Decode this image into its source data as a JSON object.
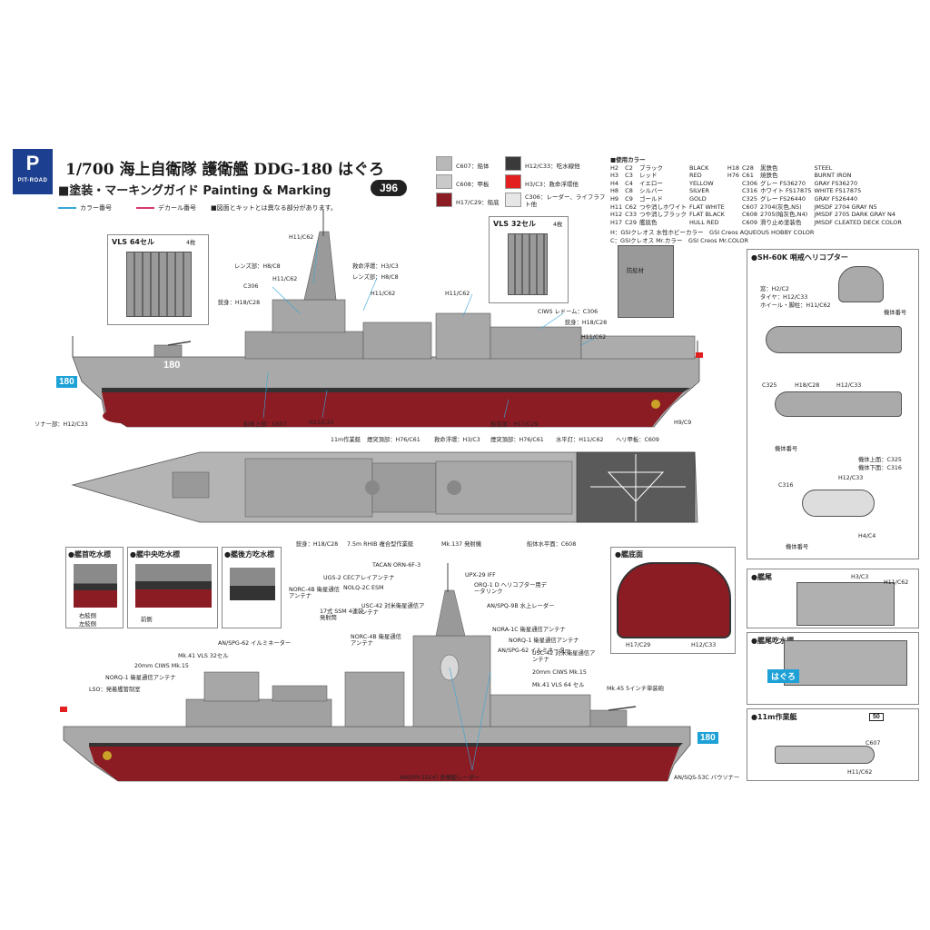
{
  "header": {
    "logo_text": "PIT-ROAD",
    "logo_mark": "P",
    "title": "1/700 海上自衛隊 護衛艦 DDG-180 はぐろ",
    "subtitle": "■塗装・マーキングガイド Painting & Marking",
    "code": "J96"
  },
  "legend": {
    "color_number": "カラー番号",
    "decal_number": "デカール番号",
    "note": "■図面とキットとは異なる部分があります。",
    "color_number_color": "#39a7d8",
    "decal_number_color": "#d8396a"
  },
  "swatches": [
    {
      "label": "C607：船体",
      "color": "#b8b8b8"
    },
    {
      "label": "H12/C33：吃水線他",
      "color": "#3a3a3a"
    },
    {
      "label": "C608：甲板",
      "color": "#c9c9c9"
    },
    {
      "label": "H3/C3：救命浮環他",
      "color": "#e22020"
    },
    {
      "label": "H17/C29：船底",
      "color": "#8b1c24"
    },
    {
      "label": "C306：レーダー、ライフラフト他",
      "color": "#e6e6e6"
    }
  ],
  "color_table": {
    "heading": "■使用カラー",
    "rows": [
      [
        "H2",
        "C2",
        "ブラック",
        "BLACK",
        "H18",
        "C28",
        "黒鉄色",
        "STEEL"
      ],
      [
        "H3",
        "C3",
        "レッド",
        "RED",
        "H76",
        "C61",
        "焼鉄色",
        "BURNT IRON"
      ],
      [
        "H4",
        "C4",
        "イエロー",
        "YELLOW",
        "",
        "C306",
        "グレー FS36270",
        "GRAY FS36270"
      ],
      [
        "H8",
        "C8",
        "シルバー",
        "SILVER",
        "",
        "C316",
        "ホワイト FS17875",
        "WHITE FS17875"
      ],
      [
        "H9",
        "C9",
        "ゴールド",
        "GOLD",
        "",
        "C325",
        "グレー FS26440",
        "GRAY FS26440"
      ],
      [
        "H11",
        "C62",
        "つや消しホワイト",
        "FLAT WHITE",
        "",
        "C607",
        "2704(灰色,N5)",
        "JMSDF 2704 GRAY N5"
      ],
      [
        "H12",
        "C33",
        "つや消しブラック",
        "FLAT BLACK",
        "",
        "C608",
        "2705(暗灰色,N4)",
        "JMSDF 2705 DARK GRAY N4"
      ],
      [
        "H17",
        "C29",
        "艦底色",
        "HULL RED",
        "",
        "C609",
        "滑り止め塗装色",
        "JMSDF CLEATED DECK COLOR"
      ]
    ],
    "note_h": "H：GSIクレオス 水性ホビーカラー　GSI Creos AQUEOUS HOBBY COLOR",
    "note_c": "C：GSIクレオス Mr.カラー　GSI Creos Mr.COLOR"
  },
  "side_view": {
    "hull_number": "180",
    "labels": {
      "vls64": "VLS 64セル",
      "vls64_count": "4枚",
      "vls32": "VLS 32セル",
      "vls32_count": "4枚",
      "l_h11c62_top": "H11/C62",
      "l_lens": "レンズ部：H8/C8",
      "l_h11c62_a": "H11/C62",
      "l_c306": "C306",
      "l_barrel": "銃身：H18/C28",
      "l_lifering": "救命浮環：H3/C3",
      "l_lens2": "レンズ部：H8/C8",
      "l_h11c62_b": "H11/C62",
      "l_h11c62_c": "H11/C62",
      "l_bowfender": "防舷材",
      "l_ciws": "CIWS レドーム：C306",
      "l_barrel2": "銃身：H18/C28",
      "l_h11c62_d": "H11/C62",
      "l_sonar": "ソナー部：H12/C33",
      "l_hullupper": "船体上部：C607",
      "l_h12c33": "H12/C33",
      "l_bottom": "船底部：H17/C29",
      "l_h9c9": "H9/C9"
    }
  },
  "top_view": {
    "labels": {
      "boat11": "11m作業艇",
      "funnel": "煙突頂部：H76/C61",
      "lifering": "救命浮環：H3/C3",
      "funnel2": "煙突頂部：H76/C61",
      "horizon": "水平灯：H11/C62",
      "helideck": "ヘリ甲板：C609",
      "barrel": "銃身：H18/C28",
      "rhib": "7.5m RHIB 複合型作業艇",
      "mk137": "Mk.137 発射機",
      "deck": "船体水平面：C608"
    }
  },
  "waterline_panels": [
    {
      "title": "●艦首吃水標",
      "items": [
        "右舷側",
        "左舷側"
      ]
    },
    {
      "title": "●艦中央吃水標",
      "items": [
        "前側"
      ]
    },
    {
      "title": "●艦後方吃水標",
      "items": []
    }
  ],
  "bottom_panel": {
    "title": "●艦底面",
    "left": "H17/C29",
    "right": "H12/C33"
  },
  "lower_view": {
    "hull_number": "180",
    "labels": [
      "TACAN ORN-6F-3",
      "UGS-2 CECアレイアンテナ",
      "NOLQ-2C ESM",
      "UPX-29 IFF",
      "ORQ-1 D ヘリコプター用データリンク",
      "AN/SPQ-9B 水上レーダー",
      "USC-42 対米衛星通信アンテナ",
      "NORA-1C 衛星通信アンテナ",
      "NORQ-1 衛星通信アンテナ",
      "NORC-4B 衛星通信アンテナ",
      "17式 SSM 4連装発射筒",
      "AN/SPG-62 イルミネーター",
      "Mk.41 VLS 32セル",
      "20mm CIWS Mk.15",
      "NORQ-1 衛星通信アンテナ",
      "LSO：発着艦管制室",
      "NORC-4B 衛星通信アンテナ",
      "AN/SPG-62 イルミネーター",
      "USC-42 対米衛星通信アンテナ",
      "20mm CIWS Mk.15",
      "Mk.41 VLS 64 セル",
      "Mk.45 5インチ単装砲",
      "AN/SPY-1D(V) 多機能レーダー",
      "AN/SQS-53C バウソナー"
    ]
  },
  "heli_panel": {
    "title": "●SH-60K 哨戒ヘリコプター",
    "l1": "窓：H2/C2",
    "l2": "タイヤ：H12/C33",
    "l3": "ホイール・脚柱：H11/C62",
    "l4": "機体番号",
    "l5": "C325",
    "l6": "H18/C28",
    "l7": "H12/C33",
    "l8": "機体番号",
    "l9": "機体上面：C325",
    "l10": "機体下面：C316",
    "l11": "C316",
    "l12": "H12/C33",
    "l13": "H4/C4",
    "l14": "機体番号"
  },
  "stern_panel": {
    "title": "●艦尾",
    "l1": "H3/C3",
    "l2": "H11/C62"
  },
  "stern_mark_panel": {
    "title": "●艦尾吃水標",
    "name": "はぐろ"
  },
  "boat_panel": {
    "title": "●11m作業艇",
    "badge": "50",
    "l1": "C607",
    "l2": "H11/C62"
  }
}
